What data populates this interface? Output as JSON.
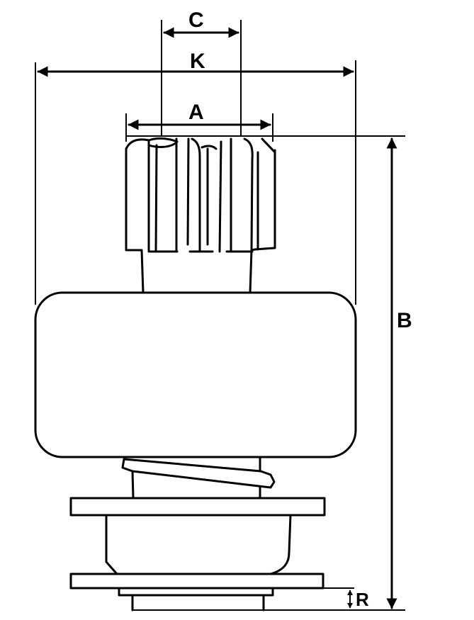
{
  "diagram": {
    "labels": {
      "C": "C",
      "K": "K",
      "A": "A",
      "B": "B",
      "R": "R"
    },
    "line_color": "#000000",
    "background": "#ffffff"
  }
}
